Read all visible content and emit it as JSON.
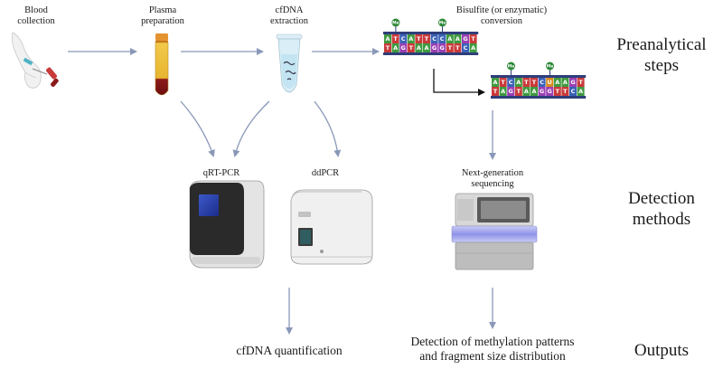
{
  "steps": {
    "blood": "Blood\ncollection",
    "plasma": "Plasma\npreparation",
    "cfdna": "cfDNA\nextraction",
    "bisulfite": "Bisulfite (or enzymatic)\nconversion"
  },
  "methods": {
    "qrtpcr": "qRT-PCR",
    "ddpcr": "ddPCR",
    "ngs": "Next-generation\nsequencing"
  },
  "outputs": {
    "quant": "cfDNA quantification",
    "methylation": "Detection of methylation patterns\nand fragment size distribution"
  },
  "row_labels": {
    "preanalytical": "Preanalytical\nsteps",
    "detection": "Detection\nmethods",
    "outputs": "Outputs"
  },
  "dna": {
    "methyl_tag": "Me",
    "strand1_top": [
      "A",
      "T",
      "C",
      "A",
      "T",
      "T",
      "C",
      "C",
      "A",
      "A",
      "G",
      "T"
    ],
    "strand1_bottom": [
      "T",
      "A",
      "G",
      "T",
      "A",
      "A",
      "G",
      "G",
      "T",
      "T",
      "C",
      "A"
    ],
    "strand2_top": [
      "A",
      "T",
      "C",
      "A",
      "T",
      "T",
      "C",
      "U",
      "A",
      "A",
      "G",
      "T"
    ],
    "strand2_bottom": [
      "T",
      "A",
      "G",
      "T",
      "A",
      "A",
      "G",
      "G",
      "T",
      "T",
      "C",
      "A"
    ]
  }
}
